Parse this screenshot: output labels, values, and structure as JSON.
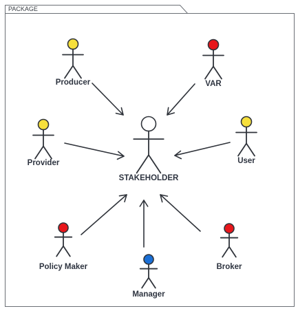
{
  "package": {
    "label": "PACKAGE"
  },
  "center": {
    "label": "STAKEHOLDER",
    "head_color": "#ffffff"
  },
  "actors": [
    {
      "id": "producer",
      "label": "Producer",
      "head_color": "#f7e03c"
    },
    {
      "id": "var",
      "label": "VAR",
      "head_color": "#e8161b"
    },
    {
      "id": "provider",
      "label": "Provider",
      "head_color": "#f7e03c"
    },
    {
      "id": "user",
      "label": "User",
      "head_color": "#f7e03c"
    },
    {
      "id": "policy-maker",
      "label": "Policy Maker",
      "head_color": "#e8161b"
    },
    {
      "id": "manager",
      "label": "Manager",
      "head_color": "#1a6fd6"
    },
    {
      "id": "broker",
      "label": "Broker",
      "head_color": "#e8161b"
    }
  ]
}
